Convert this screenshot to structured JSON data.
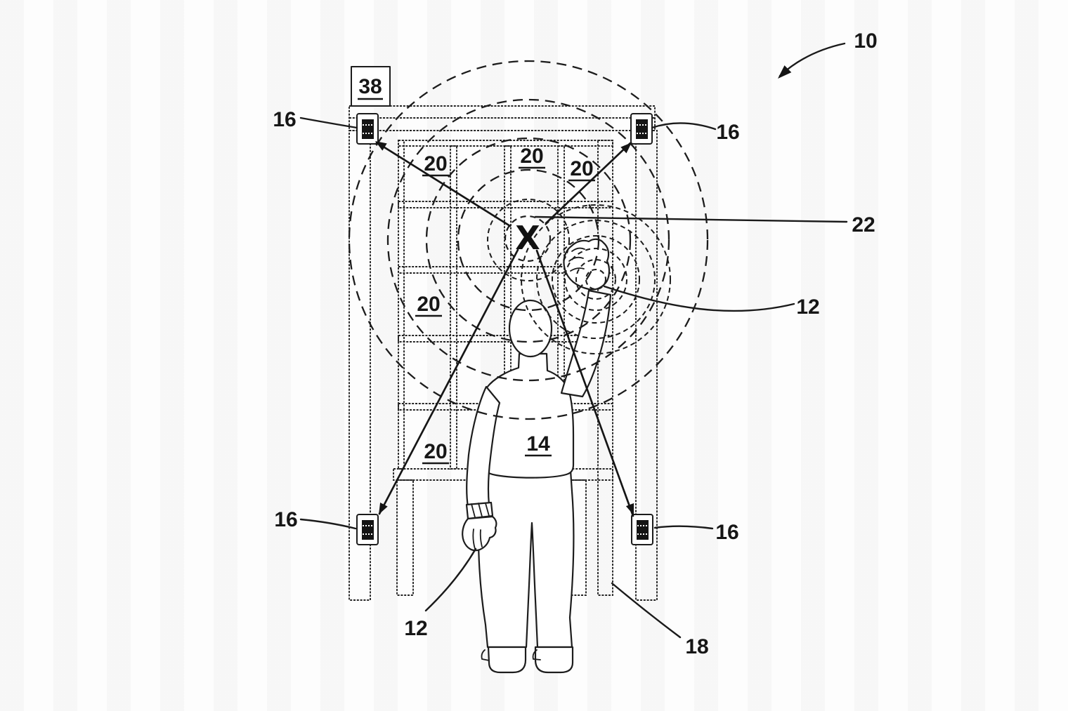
{
  "figure": {
    "colors": {
      "ink": "#1c1c1c",
      "background": "#fdfdfd"
    },
    "labels": {
      "ref_10": "10",
      "ref_12": "12",
      "ref_14": "14",
      "ref_16": "16",
      "ref_18": "18",
      "ref_20": "20",
      "ref_22": "22",
      "ref_38": "38",
      "marker_x": "X"
    }
  }
}
